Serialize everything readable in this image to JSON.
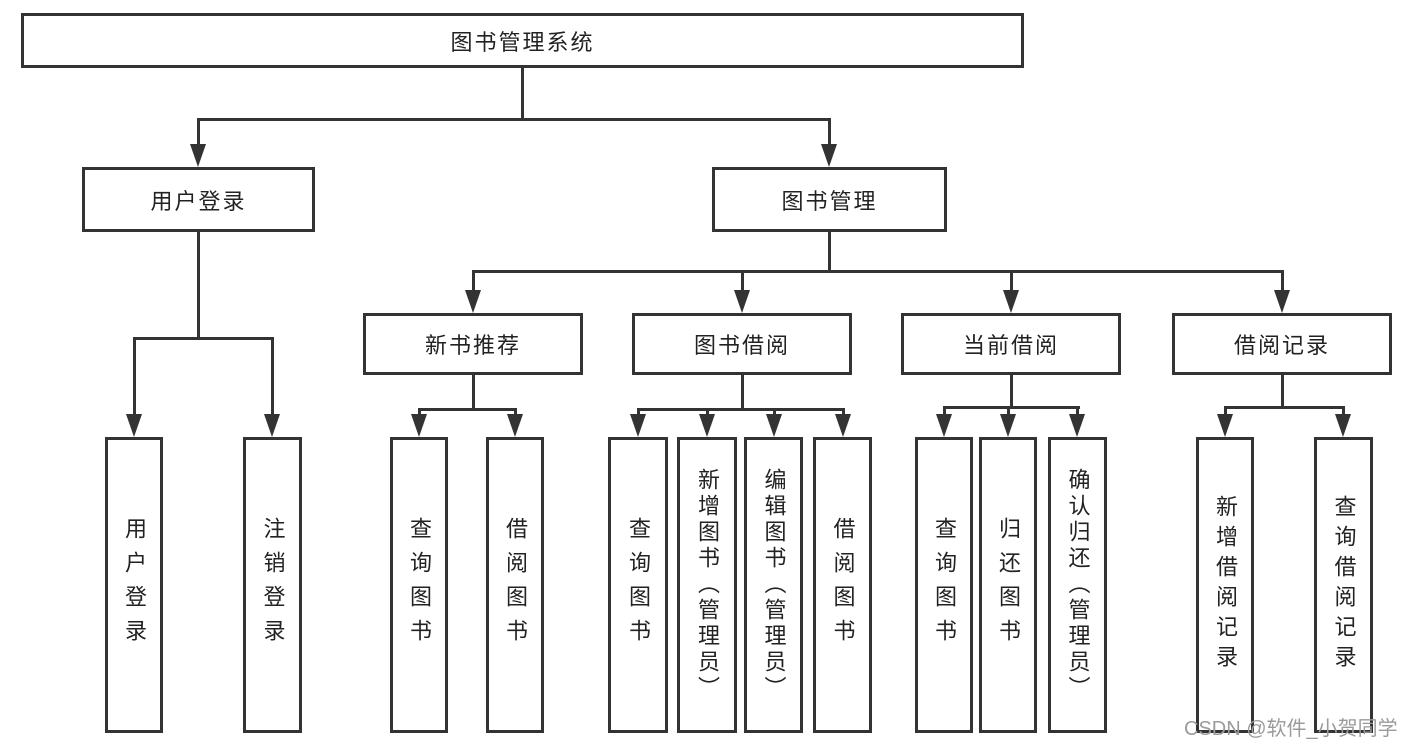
{
  "tree": {
    "root": {
      "label": "图书管理系统"
    },
    "user_login": {
      "label": "用户登录",
      "children": [
        {
          "label": "用户登录"
        },
        {
          "label": "注销登录"
        }
      ]
    },
    "book_mgmt": {
      "label": "图书管理"
    },
    "new_book": {
      "label": "新书推荐",
      "children": [
        {
          "label": "查询图书"
        },
        {
          "label": "借阅图书"
        }
      ]
    },
    "book_borrow": {
      "label": "图书借阅",
      "children": [
        {
          "label": "查询图书"
        },
        {
          "label": "新增图书（管理员）"
        },
        {
          "label": "编辑图书（管理员）"
        },
        {
          "label": "借阅图书"
        }
      ]
    },
    "current_borrow": {
      "label": "当前借阅",
      "children": [
        {
          "label": "查询图书"
        },
        {
          "label": "归还图书"
        },
        {
          "label": "确认归还（管理员）"
        }
      ]
    },
    "borrow_record": {
      "label": "借阅记录",
      "children": [
        {
          "label": "新增借阅记录"
        },
        {
          "label": "查询借阅记录"
        }
      ]
    }
  },
  "watermark": {
    "text": "CSDN @软件_小贺同学"
  },
  "colors": {
    "line": "#333333",
    "text": "#222222",
    "watermark": "#9b9b9b",
    "background": "#ffffff"
  }
}
